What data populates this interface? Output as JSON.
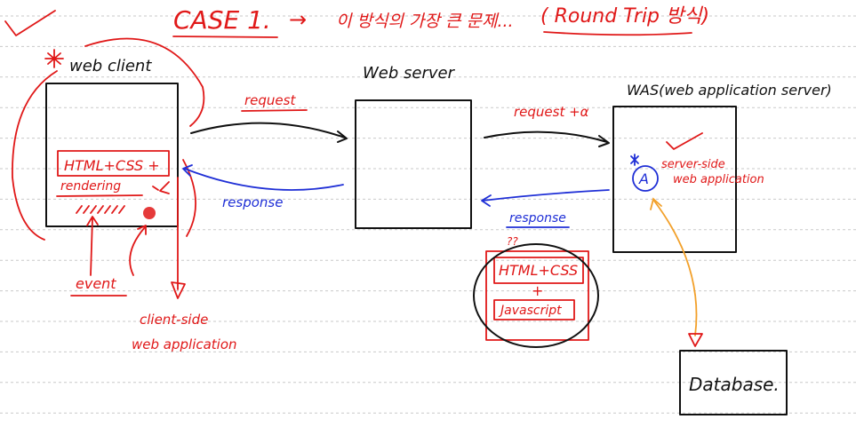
{
  "title": {
    "case": "CASE 1.",
    "arrow": "→",
    "note": "이 방식의 가장 큰 문제...",
    "paren": "( Round Trip 방식)"
  },
  "client": {
    "label": "web client",
    "html_css": "HTML+CSS +",
    "rendering": "rendering"
  },
  "server": {
    "label": "Web server"
  },
  "was": {
    "label": "WAS(web application server)",
    "app_icon": "A",
    "app_label_1": "server-side",
    "app_label_2": "web application"
  },
  "arrows": {
    "request": "request",
    "response": "response",
    "request_alpha": "request +α",
    "response2": "response"
  },
  "payload": {
    "question": "??",
    "line1": "HTML+CSS",
    "plus": "+",
    "line2": "Javascript"
  },
  "notes": {
    "event": "event",
    "client_side_1": "client-side",
    "client_side_2": "web application"
  },
  "database": {
    "label": "Database."
  },
  "colors": {
    "red_ink": "#e01818",
    "blue_ink": "#1f2fd6",
    "black_ink": "#111111",
    "orange_ink": "#f2a02a",
    "ruled_line": "#c9c9c9"
  }
}
